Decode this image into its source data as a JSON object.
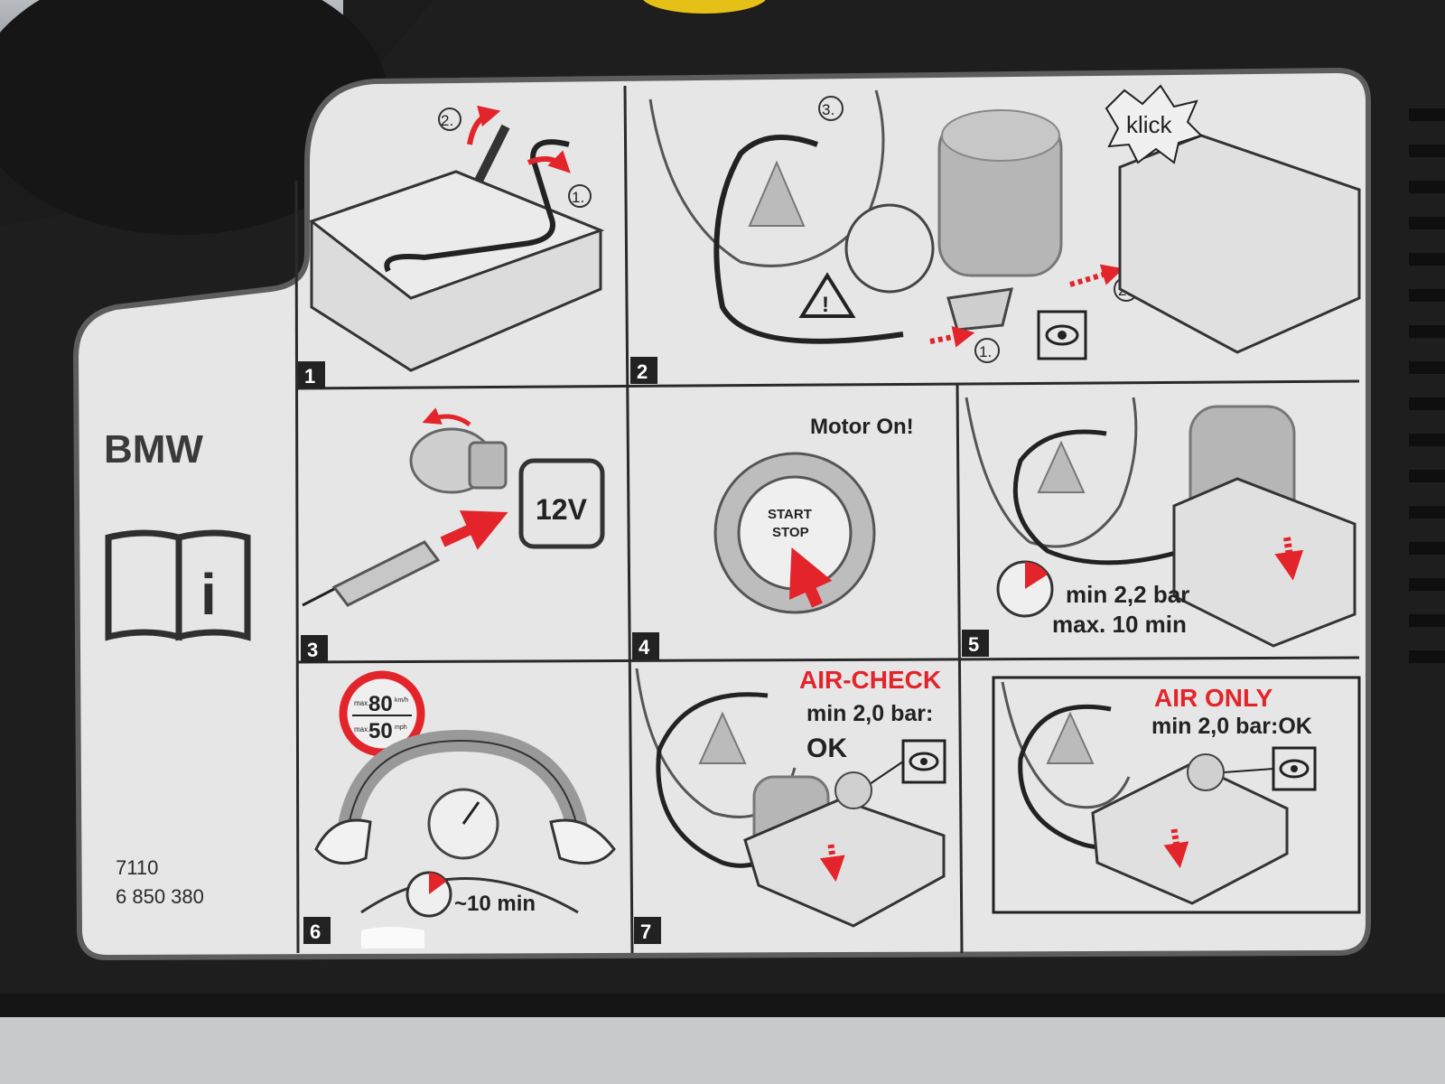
{
  "brand": "BMW",
  "part_number": {
    "line1": "7110",
    "line2": "6 850 380"
  },
  "panels": {
    "p1": {
      "number": "1",
      "step_a": "2.",
      "step_b": "1."
    },
    "p2": {
      "number": "2",
      "step_a": "3.",
      "step_b": "1.",
      "step_c": "2.",
      "sound": "klick"
    },
    "p3": {
      "number": "3",
      "voltage": "12V"
    },
    "p4": {
      "number": "4",
      "instruction": "Motor On!",
      "button_line1": "START",
      "button_line2": "STOP"
    },
    "p5": {
      "number": "5",
      "line1": "min 2,2 bar",
      "line2": "max. 10 min"
    },
    "p6": {
      "number": "6",
      "speed_kmh": "80",
      "speed_mph": "50",
      "unit_max": "max.",
      "unit_kmh": "km/h",
      "unit_mph": "mph",
      "time": "~10 min"
    },
    "p7": {
      "number": "7",
      "heading": "AIR-CHECK",
      "line1": "min 2,0 bar:",
      "line2": "OK"
    },
    "p8": {
      "heading": "AIR ONLY",
      "line1": "min 2,0 bar:OK"
    }
  },
  "colors": {
    "accent_red": "#e3242b",
    "label_bg": "#e6e6e6",
    "housing": "#1c1c1d",
    "ink": "#2a2a2a"
  }
}
